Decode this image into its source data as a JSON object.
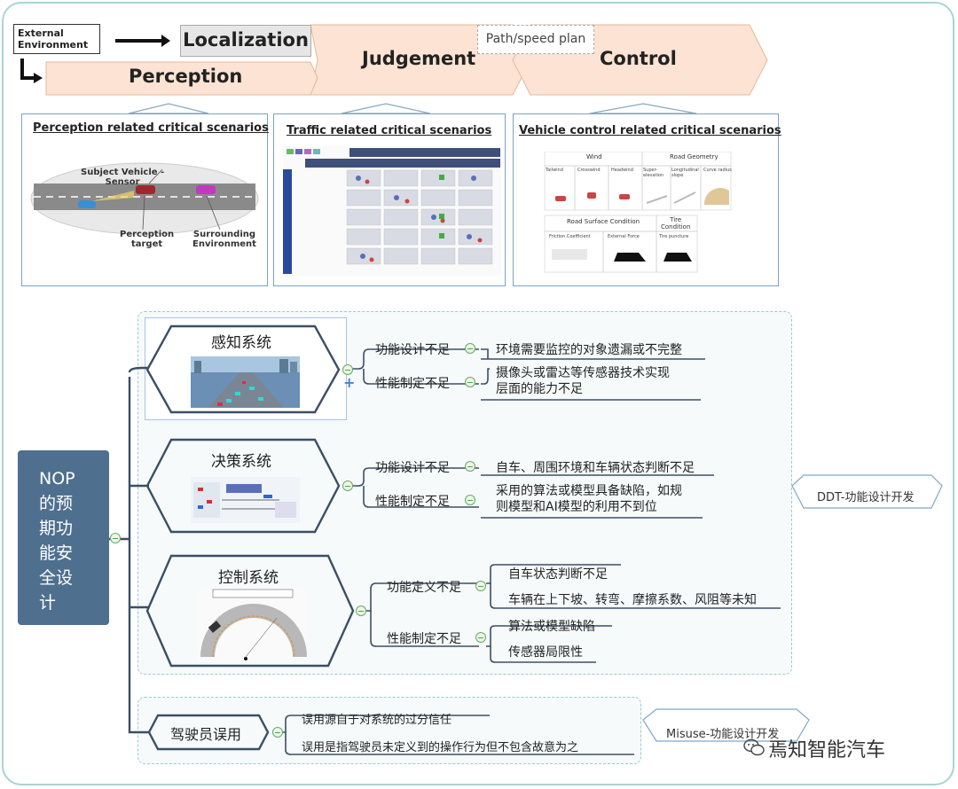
{
  "top_flow": {
    "external": "External\nEnvironment",
    "localization": "Localization",
    "perception": "Perception",
    "judgement": "Judgement",
    "control": "Control",
    "path_speed": "Path/speed plan"
  },
  "cards": {
    "perception": {
      "title": "Perception related critical scenarios",
      "labels": [
        "Subject Vehicle -\nSensor",
        "Perception\ntarget",
        "Surrounding\nEnvironment"
      ]
    },
    "traffic": {
      "title": "Traffic related critical scenarios"
    },
    "vehicle": {
      "title": "Vehicle control related critical scenarios",
      "wind": "Wind",
      "road_geometry": "Road Geometry",
      "road_surface": "Road Surface Condition",
      "tire": "Tire\nCondition",
      "cols1": [
        "Tailwind",
        "Crosswind",
        "Headwind",
        "Super-\nelevation",
        "Longitudinal\nslope",
        "Curve radius"
      ],
      "cols2": [
        "Friction Coefficient",
        "External Force",
        "Tire puncture"
      ]
    }
  },
  "mindmap": {
    "root": "NOP的预期功能安全设计",
    "root_lines": [
      "NOP",
      "的预",
      "期功",
      "能安",
      "全设",
      "计"
    ],
    "systems": [
      {
        "name": "感知系统",
        "branches": [
          {
            "label": "功能设计不足",
            "leaf": "环境需要监控的对象遗漏或不完整"
          },
          {
            "label": "性能制定不足",
            "leaf": "摄像头或雷达等传感器技术实现\n层面的能力不足"
          }
        ]
      },
      {
        "name": "决策系统",
        "branches": [
          {
            "label": "功能设计不足",
            "leaf": "自车、周围环境和车辆状态判断不足"
          },
          {
            "label": "性能制定不足",
            "leaf": "采用的算法或模型具备缺陷，如规\n则模型和AI模型的利用不到位"
          }
        ]
      },
      {
        "name": "控制系统",
        "branches": [
          {
            "label": "功能定义不足",
            "leaves": [
              "自车状态判断不足",
              "车辆在上下坡、转弯、摩擦系数、风阻等未知"
            ]
          },
          {
            "label": "性能制定不足",
            "leaves": [
              "算法或模型缺陷",
              "传感器局限性"
            ]
          }
        ]
      },
      {
        "name": "驾驶员误用",
        "branches": [
          {
            "leaf": "误用源自于对系统的过分信任"
          },
          {
            "leaf": "误用是指驾驶员未定义到的操作行为但不包含故意为之"
          }
        ]
      }
    ],
    "tag_ddt": "DDT-功能设计开发",
    "tag_misuse": "Misuse-功能设计开发"
  },
  "watermark": "焉知智能汽车",
  "colors": {
    "arrow_fill": "#fce3d3",
    "arrow_stroke": "#e6b89a",
    "root_bg": "#4f6f8e",
    "line": "#3b4f66"
  }
}
